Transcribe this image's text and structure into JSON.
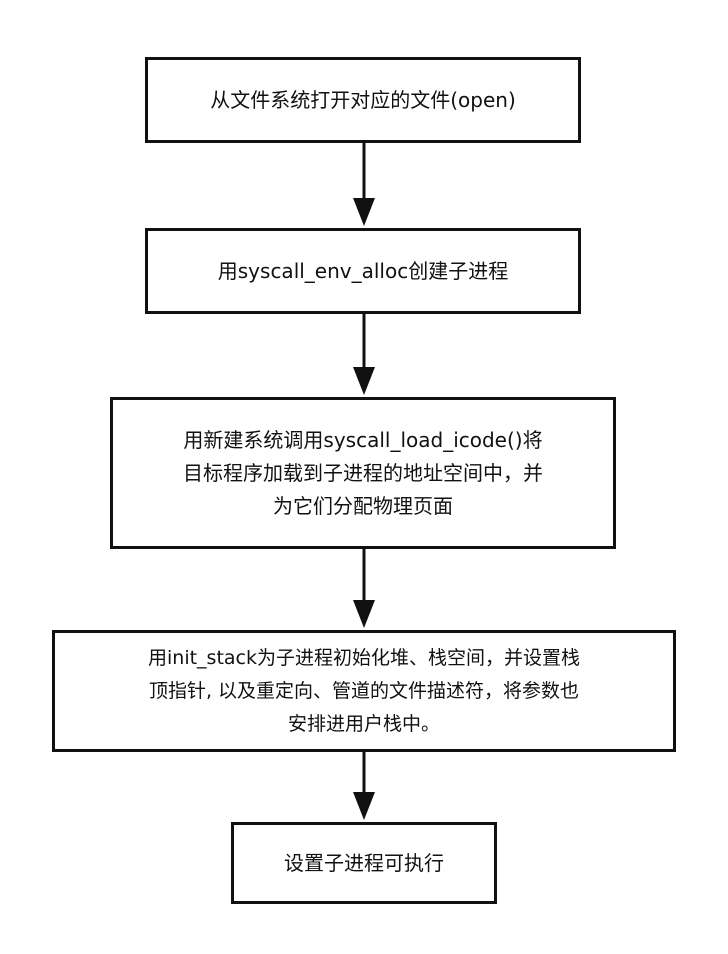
{
  "flowchart": {
    "steps": [
      {
        "lines": [
          "从文件系统打开对应的文件(open)"
        ]
      },
      {
        "lines": [
          "用syscall_env_alloc创建子进程"
        ]
      },
      {
        "lines": [
          "用新建系统调用syscall_load_icode()将",
          "目标程序加载到子进程的地址空间中，并",
          "为它们分配物理页面"
        ]
      },
      {
        "lines": [
          "用init_stack为子进程初始化堆、栈空间，并设置栈",
          "顶指针, 以及重定向、管道的文件描述符，将参数也",
          "安排进用户栈中。"
        ]
      },
      {
        "lines": [
          "设置子进程可执行"
        ]
      }
    ]
  },
  "colors": {
    "stroke": "#111111",
    "background": "#ffffff"
  }
}
